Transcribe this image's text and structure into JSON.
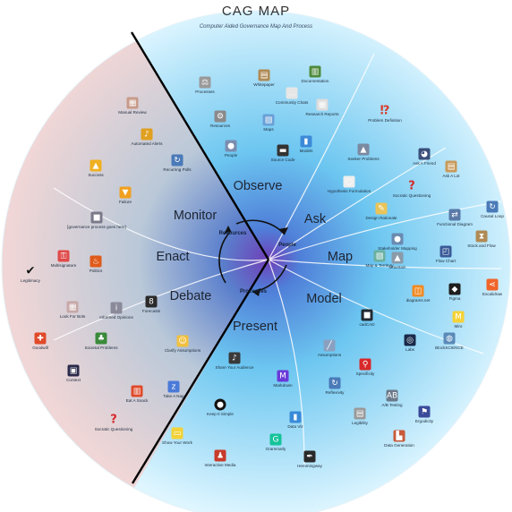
{
  "header": {
    "title": "CAG MAP",
    "subtitle": "Computer Aided Governance Map And Process"
  },
  "stages": {
    "observe": "Observe",
    "ask": "Ask",
    "map": "Map",
    "model": "Model",
    "present": "Present",
    "monitor": "Monitor",
    "enact": "Enact",
    "debate": "Debate"
  },
  "cycle": {
    "resources": "Resources",
    "people": "People",
    "processes": "Processes"
  },
  "items": [
    {
      "label": "Processes",
      "icon": "scales-icon",
      "color": "#9a9a9a"
    },
    {
      "label": "Whitepaper",
      "icon": "scroll-icon",
      "color": "#b08a55"
    },
    {
      "label": "Documentation",
      "icon": "books-icon",
      "color": "#4f8a3c"
    },
    {
      "label": "Community Chats",
      "icon": "speech-bubble-icon",
      "color": "#e6e6e6"
    },
    {
      "label": "Research Reports",
      "icon": "document-icon",
      "color": "#dddddd"
    },
    {
      "label": "Resources",
      "icon": "gear-icon",
      "color": "#8a8a8a"
    },
    {
      "label": "Maps",
      "icon": "map-icon",
      "color": "#6aa0d8"
    },
    {
      "label": "People",
      "icon": "people-icon",
      "color": "#7a8db0"
    },
    {
      "label": "Source Code",
      "icon": "laptop-icon",
      "color": "#333333"
    },
    {
      "label": "Models",
      "icon": "bar-chart-icon",
      "color": "#3c8ad8"
    },
    {
      "label": "Problem Definition",
      "icon": "exclamation-question-icon",
      "color": "#d83a2a"
    },
    {
      "label": "Seeker Problems",
      "icon": "triangle-icon",
      "color": "#7a8aa0"
    },
    {
      "label": "Ask A Friend",
      "icon": "speaking-head-icon",
      "color": "#3a4f7a"
    },
    {
      "label": "Ask A Lot",
      "icon": "clipboard-icon",
      "color": "#c89a5a"
    },
    {
      "label": "Hypothesis Formulation",
      "icon": "thought-cloud-icon",
      "color": "#eeeeee"
    },
    {
      "label": "Socratic Questioning",
      "icon": "question-mark-icon",
      "color": "#d8282a"
    },
    {
      "label": "Design Rationale",
      "icon": "pencil-paper-icon",
      "color": "#e8c45a"
    },
    {
      "label": "Stakeholder Mapping",
      "icon": "people-group-icon",
      "color": "#6a8ab0"
    },
    {
      "label": "Map & Territory",
      "icon": "landscape-map-icon",
      "color": "#6ab0a0"
    },
    {
      "label": "Mountain",
      "icon": "mountain-icon",
      "color": "#8a9aa8"
    },
    {
      "label": "Functional Diagram",
      "icon": "arrows-icon",
      "color": "#5a7aa8"
    },
    {
      "label": "Causal Loop",
      "icon": "loop-icon",
      "color": "#4a7ab8"
    },
    {
      "label": "Stock and Flow",
      "icon": "hourglass-icon",
      "color": "#b08a55"
    },
    {
      "label": "Flow Chart",
      "icon": "flow-chart-icon",
      "color": "#3a5a98"
    },
    {
      "label": "diagrams.net",
      "icon": "diagram-icon",
      "color": "#f08a24"
    },
    {
      "label": "Figma",
      "icon": "figma-icon",
      "color": "#1e1e1e"
    },
    {
      "label": "Excalidraw",
      "icon": "share-icon",
      "color": "#f0642a"
    },
    {
      "label": "Miro",
      "icon": "miro-icon",
      "color": "#f5d238"
    },
    {
      "label": "cadCAD",
      "icon": "cadcad-icon",
      "color": "#222a33"
    },
    {
      "label": "Assumptions",
      "icon": "ruler-icon",
      "color": "#8aa0c0"
    },
    {
      "label": "Labs",
      "icon": "lab-circle-icon",
      "color": "#1a2a4a"
    },
    {
      "label": "BlockSCIENCE",
      "icon": "blockscience-icon",
      "color": "#5a8ab8"
    },
    {
      "label": "Reflexivity",
      "icon": "refresh-icon",
      "color": "#4a7ab8"
    },
    {
      "label": "Specificity",
      "icon": "pin-icon",
      "color": "#d8282a"
    },
    {
      "label": "A/B Testing",
      "icon": "abcd-icon",
      "color": "#6a7a8a"
    },
    {
      "label": "Ergodicity",
      "icon": "flags-icon",
      "color": "#3a4a9a"
    },
    {
      "label": "Legibility",
      "icon": "newspaper-icon",
      "color": "#9a9a9a"
    },
    {
      "label": "Data Generation",
      "icon": "factory-icon",
      "color": "#c85a3a"
    },
    {
      "label": "Share Your Audience",
      "icon": "microphone-icon",
      "color": "#3a3a3a"
    },
    {
      "label": "Markdown",
      "icon": "markdown-icon",
      "color": "#6a3ad8"
    },
    {
      "label": "Keep It Simple",
      "icon": "black-circle-icon",
      "color": "#111111"
    },
    {
      "label": "Data Viz",
      "icon": "chart-icon",
      "color": "#3a8ad8"
    },
    {
      "label": "Grammarly",
      "icon": "grammarly-icon",
      "color": "#15c39a"
    },
    {
      "label": "Show Your Work",
      "icon": "note-icon",
      "color": "#f2d238"
    },
    {
      "label": "Interactive Media",
      "icon": "joystick-icon",
      "color": "#c83a2a"
    },
    {
      "label": "Hemmingway",
      "icon": "pen-icon",
      "color": "#2a2a2a"
    },
    {
      "label": "Manual Review",
      "icon": "manual-icon",
      "color": "#c89a8a"
    },
    {
      "label": "Automated Alerts",
      "icon": "bell-icon",
      "color": "#e0a020"
    },
    {
      "label": "Success",
      "icon": "thumbs-up-icon",
      "color": "#f0b020"
    },
    {
      "label": "Recurring Polls",
      "icon": "cycle-icon",
      "color": "#4a7ab8"
    },
    {
      "label": "Failure",
      "icon": "thumbs-down-icon",
      "color": "#f0a020"
    },
    {
      "label": "[governance process goes here]",
      "icon": "cube-icon",
      "color": "#7a7a8a"
    },
    {
      "label": "Multisignature",
      "icon": "keys-icon",
      "color": "#e04a4a"
    },
    {
      "label": "Politics",
      "icon": "fire-icon",
      "color": "#e05a1a"
    },
    {
      "label": "Legitimacy",
      "icon": "checkmark-icon",
      "color": "#111111"
    },
    {
      "label": "Look For Bots",
      "icon": "grid-icon",
      "color": "#c8a8a8"
    },
    {
      "label": "Informed Opinions",
      "icon": "info-icon",
      "color": "#8a8a9a"
    },
    {
      "label": "Forecasts",
      "icon": "eight-ball-icon",
      "color": "#2a2a2a"
    },
    {
      "label": "Goodwill",
      "icon": "gift-icon",
      "color": "#e04a2a"
    },
    {
      "label": "Societal Problems",
      "icon": "tree-icon",
      "color": "#3a8a3a"
    },
    {
      "label": "Clarify Assumptions",
      "icon": "thinking-face-icon",
      "color": "#f0c040"
    },
    {
      "label": "Context",
      "icon": "dark-image-icon",
      "color": "#2a2a4a"
    },
    {
      "label": "Eat A Snack",
      "icon": "popcorn-icon",
      "color": "#e04a2a"
    },
    {
      "label": "Take A Nap",
      "icon": "zzz-icon",
      "color": "#4a7ad8"
    },
    {
      "label": "Socratic Questioning",
      "icon": "question-mark-icon",
      "color": "#d8282a"
    }
  ]
}
